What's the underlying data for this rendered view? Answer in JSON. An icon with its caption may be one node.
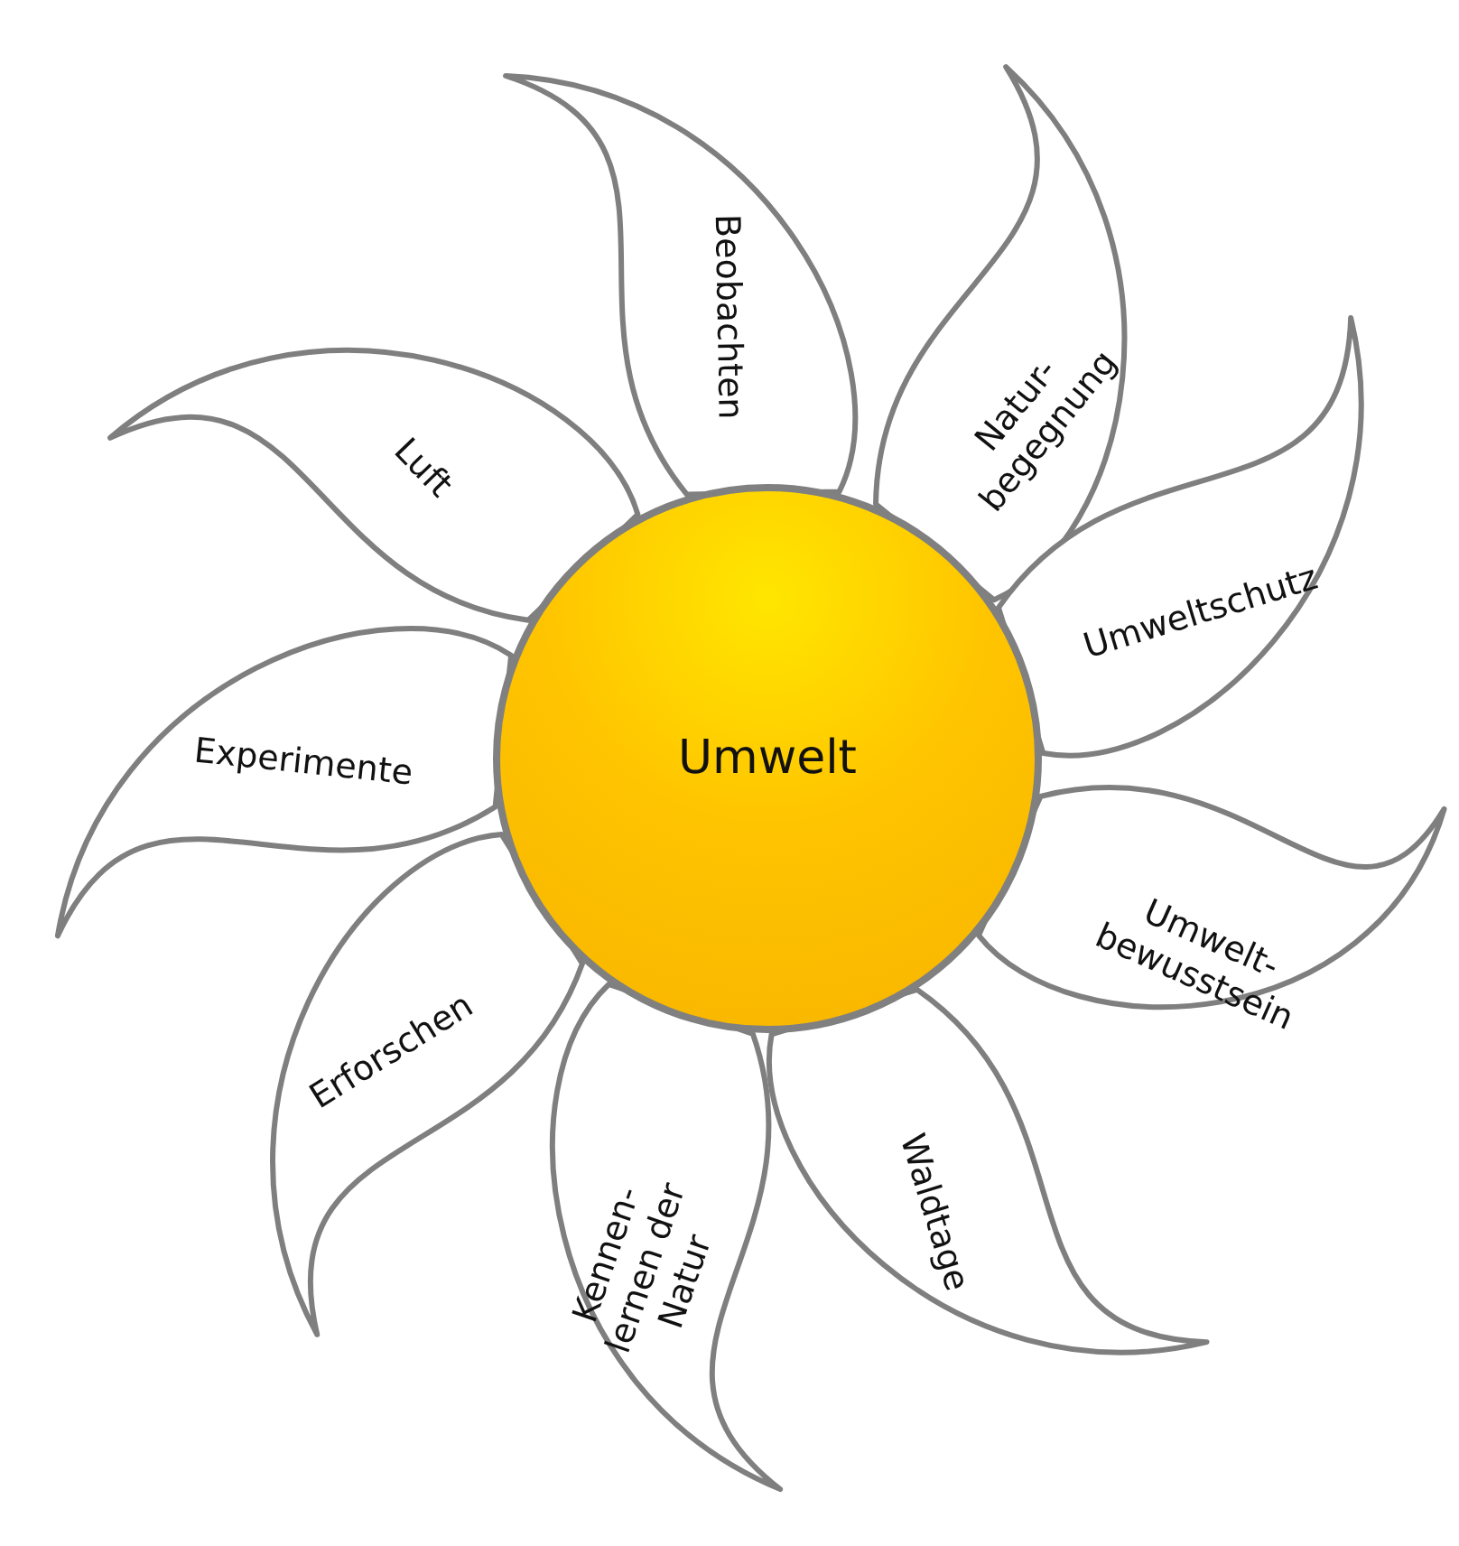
{
  "diagram": {
    "nodes": [
      {
        "text": [
          "Umwelt"
        ]
      },
      {
        "text": [
          "Beobachten"
        ]
      },
      {
        "text": [
          "Natur- begegnung"
        ]
      },
      {
        "text": [
          "Umweltschutz"
        ]
      },
      {
        "text": [
          "Umwelt- bewusstsein"
        ]
      },
      {
        "text": [
          "Waldtage"
        ]
      },
      {
        "text": [
          "Kennen- lernen der Natur"
        ]
      },
      {
        "text": [
          "Erforschen"
        ]
      },
      {
        "text": [
          "Experimente"
        ]
      },
      {
        "text": [
          "Luft"
        ]
      }
    ]
  }
}
